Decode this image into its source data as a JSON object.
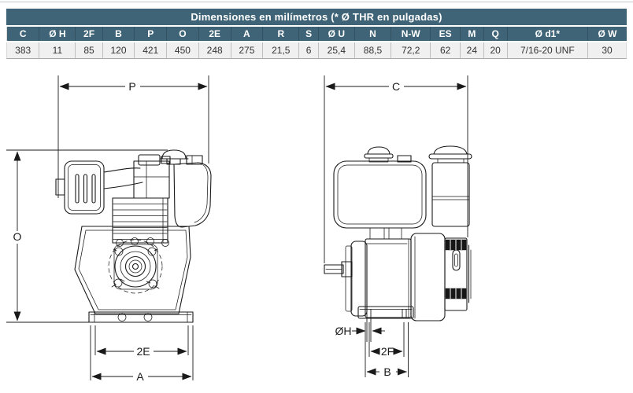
{
  "table": {
    "title": "Dimensiones en milímetros (* Ø THR en pulgadas)",
    "columns": [
      "C",
      "Ø H",
      "2F",
      "B",
      "P",
      "O",
      "2E",
      "A",
      "R",
      "S",
      "Ø U",
      "N",
      "N-W",
      "ES",
      "M",
      "Q",
      "Ø d1*",
      "Ø W"
    ],
    "values": [
      "383",
      "11",
      "85",
      "120",
      "421",
      "450",
      "248",
      "275",
      "21,5",
      "6",
      "25,4",
      "88,5",
      "72,2",
      "62",
      "24",
      "20",
      "7/16-20 UNF",
      "30"
    ]
  },
  "side_view": {
    "labels": {
      "p": "P",
      "o": "O",
      "two_e": "2E",
      "a": "A"
    }
  },
  "rear_view": {
    "labels": {
      "c": "C",
      "dia_h": "ØH",
      "two_f": "2F",
      "b": "B"
    }
  },
  "colors": {
    "table_accent": "#3f6477",
    "table_row_bg": "#f0f0f0",
    "line_color": "#1a1a1a"
  }
}
